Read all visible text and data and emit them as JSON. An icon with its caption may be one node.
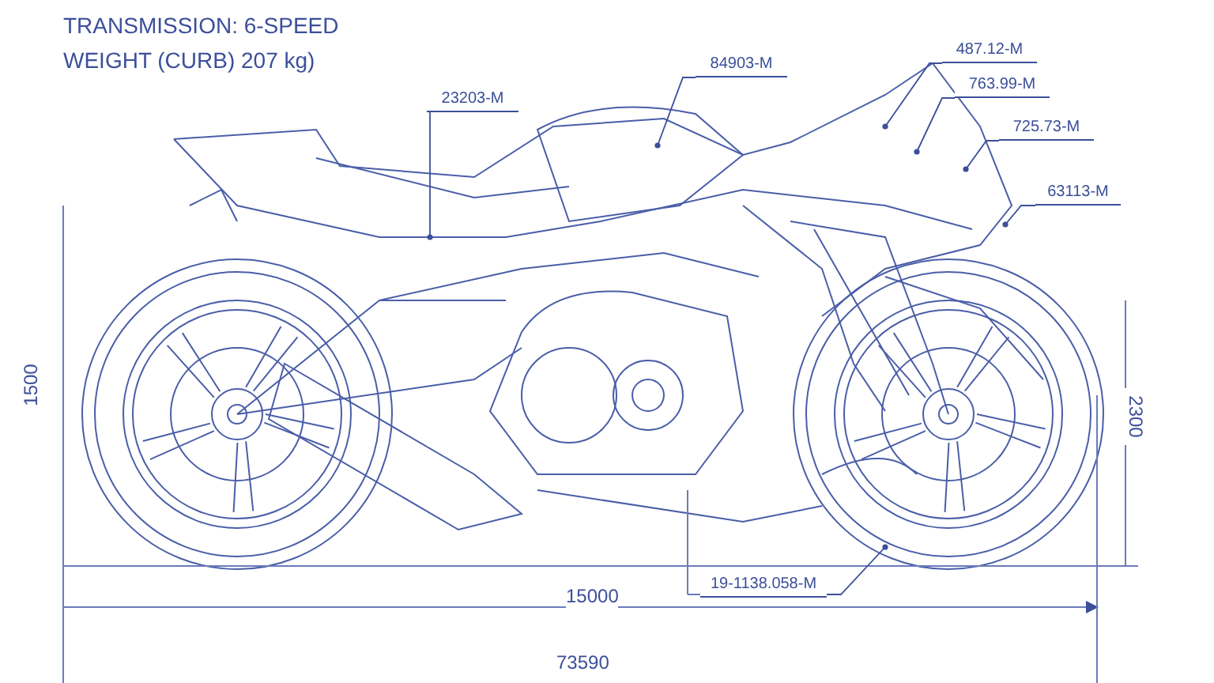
{
  "diagram": {
    "nodes": [
      {
        "text": [
          "23203-M"
        ]
      },
      {
        "text": [
          "84903-M"
        ]
      },
      {
        "text": [
          "487.12-M"
        ]
      },
      {
        "text": [
          "763.99-M"
        ]
      },
      {
        "text": [
          "725.73-M"
        ]
      },
      {
        "text": [
          "63113-M"
        ]
      },
      {
        "text": [
          "19-1138.058-M"
        ]
      }
    ],
    "edges": [
      {
        "from": 0,
        "to": null,
        "arrow": "other"
      },
      {
        "from": 1,
        "to": null,
        "arrow": "other"
      },
      {
        "from": 2,
        "to": null,
        "arrow": "other"
      },
      {
        "from": 3,
        "to": null,
        "arrow": "other"
      },
      {
        "from": 4,
        "to": null,
        "arrow": "other"
      },
      {
        "from": 5,
        "to": null,
        "arrow": "other"
      },
      {
        "from": 6,
        "to": null,
        "arrow": "other"
      }
    ],
    "labels": [
      "TRANSMISSION: 6-SPEED",
      "WEIGHT (CURB) 207 kg)",
      "1500",
      "2300",
      "15000",
      "73590"
    ]
  }
}
